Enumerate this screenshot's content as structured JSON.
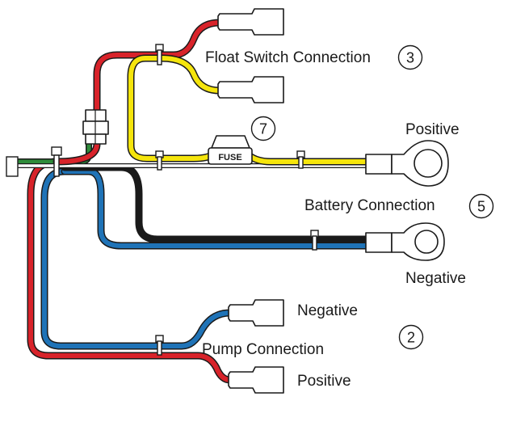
{
  "labels": {
    "float_switch": "Float Switch Connection",
    "positive_top": "Positive",
    "battery": "Battery Connection",
    "negative_mid": "Negative",
    "negative_bottom": "Negative",
    "pump": "Pump Connection",
    "positive_bottom": "Positive",
    "fuse": "FUSE"
  },
  "callouts": {
    "float_switch": "3",
    "fuse": "7",
    "battery": "5",
    "pump": "2"
  },
  "colors": {
    "red": "#d8232a",
    "yellow": "#f5e50c",
    "blue": "#1f73b7",
    "black": "#1a1a1a",
    "green": "#2e8b3a",
    "white": "#ffffff"
  }
}
